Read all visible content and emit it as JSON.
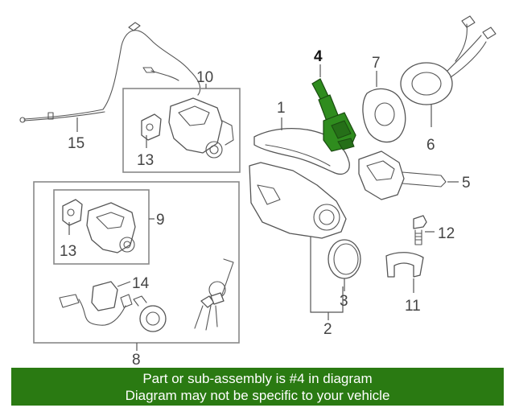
{
  "callouts": {
    "c1": "1",
    "c2": "2",
    "c3": "3",
    "c4": "4",
    "c5": "5",
    "c6": "6",
    "c7": "7",
    "c8": "8",
    "c9": "9",
    "c10": "10",
    "c11": "11",
    "c12": "12",
    "c13a": "13",
    "c13b": "13",
    "c14": "14",
    "c15": "15"
  },
  "highlight_part": "4",
  "colors": {
    "highlight": "#2f8c1e",
    "banner": "#2a7a12",
    "line": "#555555"
  },
  "banner": {
    "line1": "Part or sub-assembly is #4 in diagram",
    "line2": "Diagram may not be specific to your vehicle"
  }
}
